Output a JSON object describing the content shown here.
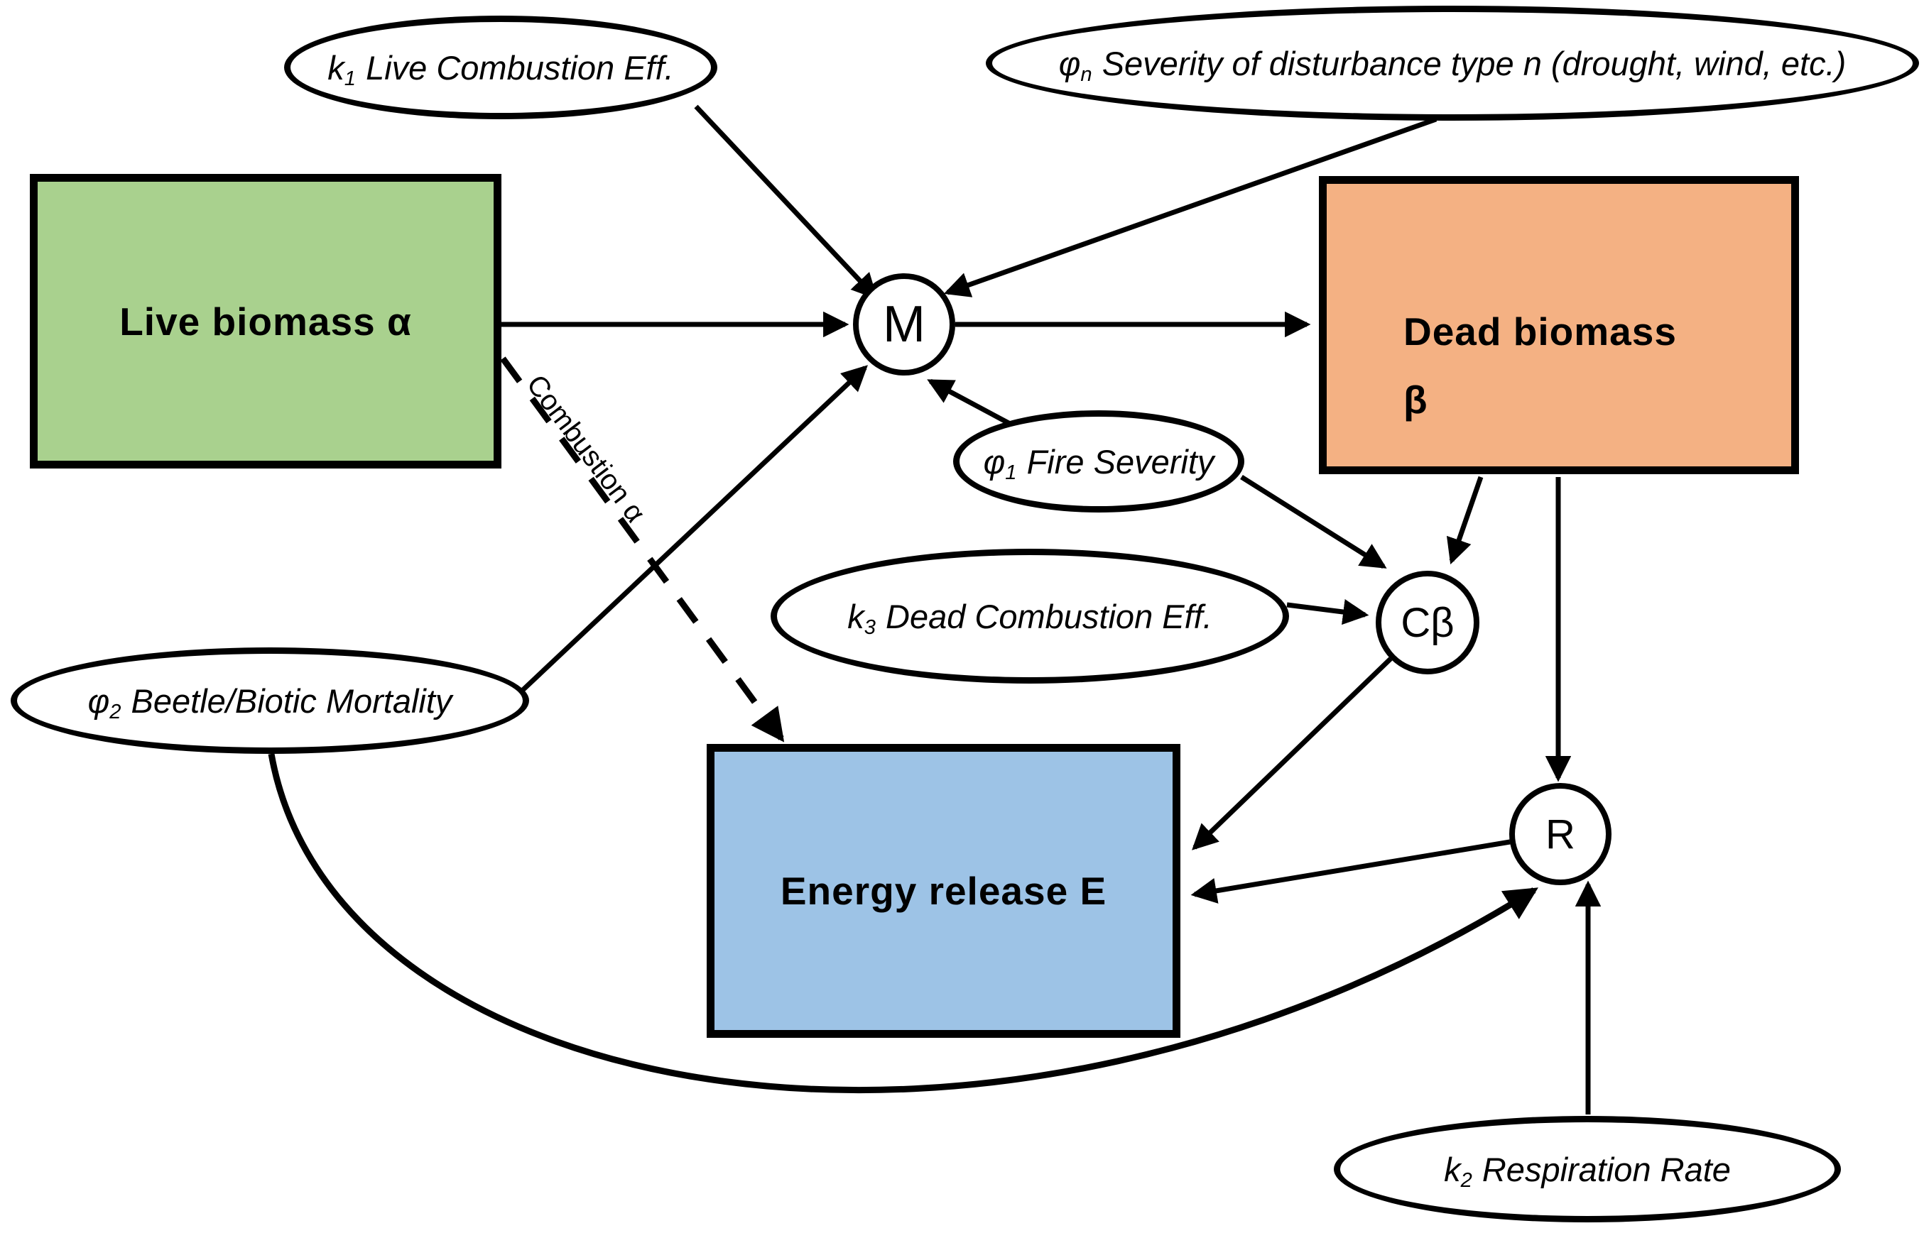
{
  "boxes": {
    "live": {
      "label": "Live biomass α"
    },
    "dead": {
      "line1": "Dead biomass",
      "line2": "β"
    },
    "energy": {
      "label": "Energy release E"
    }
  },
  "nodes": {
    "m": "M",
    "cb": "Cβ",
    "r": "R"
  },
  "params": {
    "k1": {
      "var": "k",
      "sub": "1",
      "text": "Live Combustion Eff."
    },
    "phin": {
      "var": "φ",
      "sub": "n",
      "text": "Severity of disturbance type n (drought, wind, etc.)"
    },
    "phi1": {
      "var": "φ",
      "sub": "1",
      "text": "Fire Severity"
    },
    "k3": {
      "var": "k",
      "sub": "3",
      "text": "Dead Combustion Eff."
    },
    "phi2": {
      "var": "φ",
      "sub": "2",
      "text": "Beetle/Biotic Mortality"
    },
    "k2": {
      "var": "k",
      "sub": "2",
      "text": "Respiration Rate"
    }
  },
  "edge_labels": {
    "combustion": "Combustion α"
  },
  "colors": {
    "live_biomass": "#a9d18e",
    "dead_biomass": "#f4b183",
    "energy_release": "#9dc3e6",
    "outline": "#000000"
  }
}
